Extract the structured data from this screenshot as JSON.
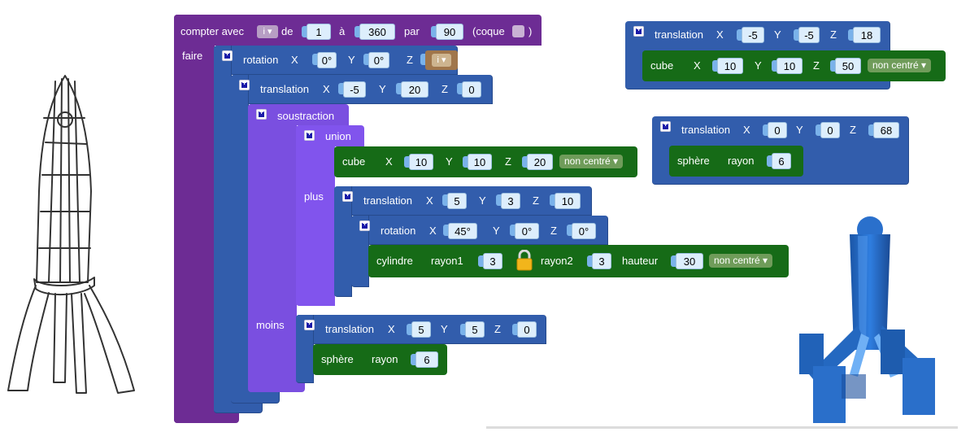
{
  "loop": {
    "label_compter": "compter avec",
    "var": "i",
    "label_de": "de",
    "from": "1",
    "label_a": "à",
    "to": "360",
    "label_par": "par",
    "step": "90",
    "label_coque": "(coque",
    "label_close": ")",
    "label_faire": "faire"
  },
  "rotation1": {
    "label": "rotation",
    "x_label": "X",
    "x": "0°",
    "y_label": "Y",
    "y": "0°",
    "z_label": "Z",
    "z_var": "i"
  },
  "translation1": {
    "label": "translation",
    "x_label": "X",
    "x": "-5",
    "y_label": "Y",
    "y": "20",
    "z_label": "Z",
    "z": "0"
  },
  "difference": {
    "label": "soustraction",
    "minus_label": "moins"
  },
  "union": {
    "label": "union",
    "plus_label": "plus"
  },
  "cube1": {
    "label": "cube",
    "x_label": "X",
    "x": "10",
    "y_label": "Y",
    "y": "10",
    "z_label": "Z",
    "z": "20",
    "mode": "non centré"
  },
  "translation2": {
    "label": "translation",
    "x_label": "X",
    "x": "5",
    "y_label": "Y",
    "y": "3",
    "z_label": "Z",
    "z": "10"
  },
  "rotation2": {
    "label": "rotation",
    "x_label": "X",
    "x": "45°",
    "y_label": "Y",
    "y": "0°",
    "z_label": "Z",
    "z": "0°"
  },
  "cylinder": {
    "label": "cylindre",
    "r1_label": "rayon1",
    "r1": "3",
    "r2_label": "rayon2",
    "r2": "3",
    "h_label": "hauteur",
    "h": "30",
    "mode": "non centré"
  },
  "translation3": {
    "label": "translation",
    "x_label": "X",
    "x": "5",
    "y_label": "Y",
    "y": "5",
    "z_label": "Z",
    "z": "0"
  },
  "sphere1": {
    "label": "sphère",
    "r_label": "rayon",
    "r": "6"
  },
  "translation4": {
    "label": "translation",
    "x_label": "X",
    "x": "-5",
    "y_label": "Y",
    "y": "-5",
    "z_label": "Z",
    "z": "18"
  },
  "cube2": {
    "label": "cube",
    "x_label": "X",
    "x": "10",
    "y_label": "Y",
    "y": "10",
    "z_label": "Z",
    "z": "50",
    "mode": "non centré"
  },
  "translation5": {
    "label": "translation",
    "x_label": "X",
    "x": "0",
    "y_label": "Y",
    "y": "0",
    "z_label": "Z",
    "z": "68"
  },
  "sphere2": {
    "label": "sphère",
    "r_label": "rayon",
    "r": "6"
  },
  "icons": {
    "sketch": "rocket-sketch",
    "render": "rocket-3d-render",
    "lock": "lock-icon"
  }
}
